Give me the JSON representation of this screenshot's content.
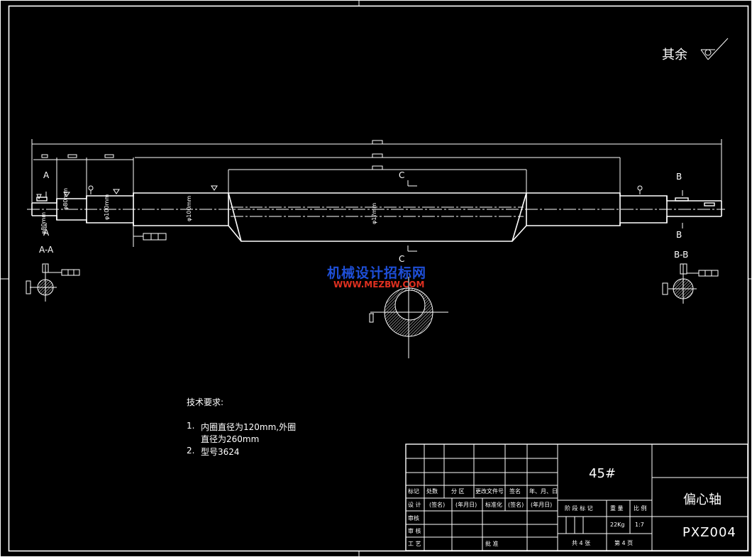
{
  "roughness_note": "其余",
  "watermark": {
    "line1": "机械设计招标网",
    "line2": "WWW.MEZBW.COM"
  },
  "section_marks": {
    "a": "A",
    "b": "B",
    "c": "C",
    "aa": "A-A",
    "bb": "B-B"
  },
  "dims": {
    "d1": "φ80mm",
    "d2": "φ80mm",
    "d3": "φ100mm",
    "d4": "φ100mm",
    "d5": "φ1?mm"
  },
  "tech": {
    "title": "技术要求:",
    "item1_num": "1.",
    "item1_a": "内圈直径为120mm,外圈",
    "item1_b": "直径为260mm",
    "item2_num": "2.",
    "item2": "型号3624"
  },
  "title_block": {
    "material": "45#",
    "part_name": "偏心轴",
    "drawing_no": "PXZ004",
    "row_labels": [
      "标记",
      "处数",
      "分 区",
      "更改文件号",
      "签名",
      "年、月、日"
    ],
    "design": "设 计",
    "sign1": "(签名)",
    "date1": "(年月日)",
    "standard": "标准化",
    "sign2": "(签名)",
    "date2": "(年月日)",
    "reviewer": "审核",
    "check": "审 核",
    "process": "工 艺",
    "approve": "批 准",
    "stage_headers": [
      "阶 段 标 记",
      "重 量",
      "比 例"
    ],
    "weight": "22Kg",
    "scale": "1:7",
    "sheets_total": "共 4 张",
    "sheet_no": "第 4 页"
  }
}
